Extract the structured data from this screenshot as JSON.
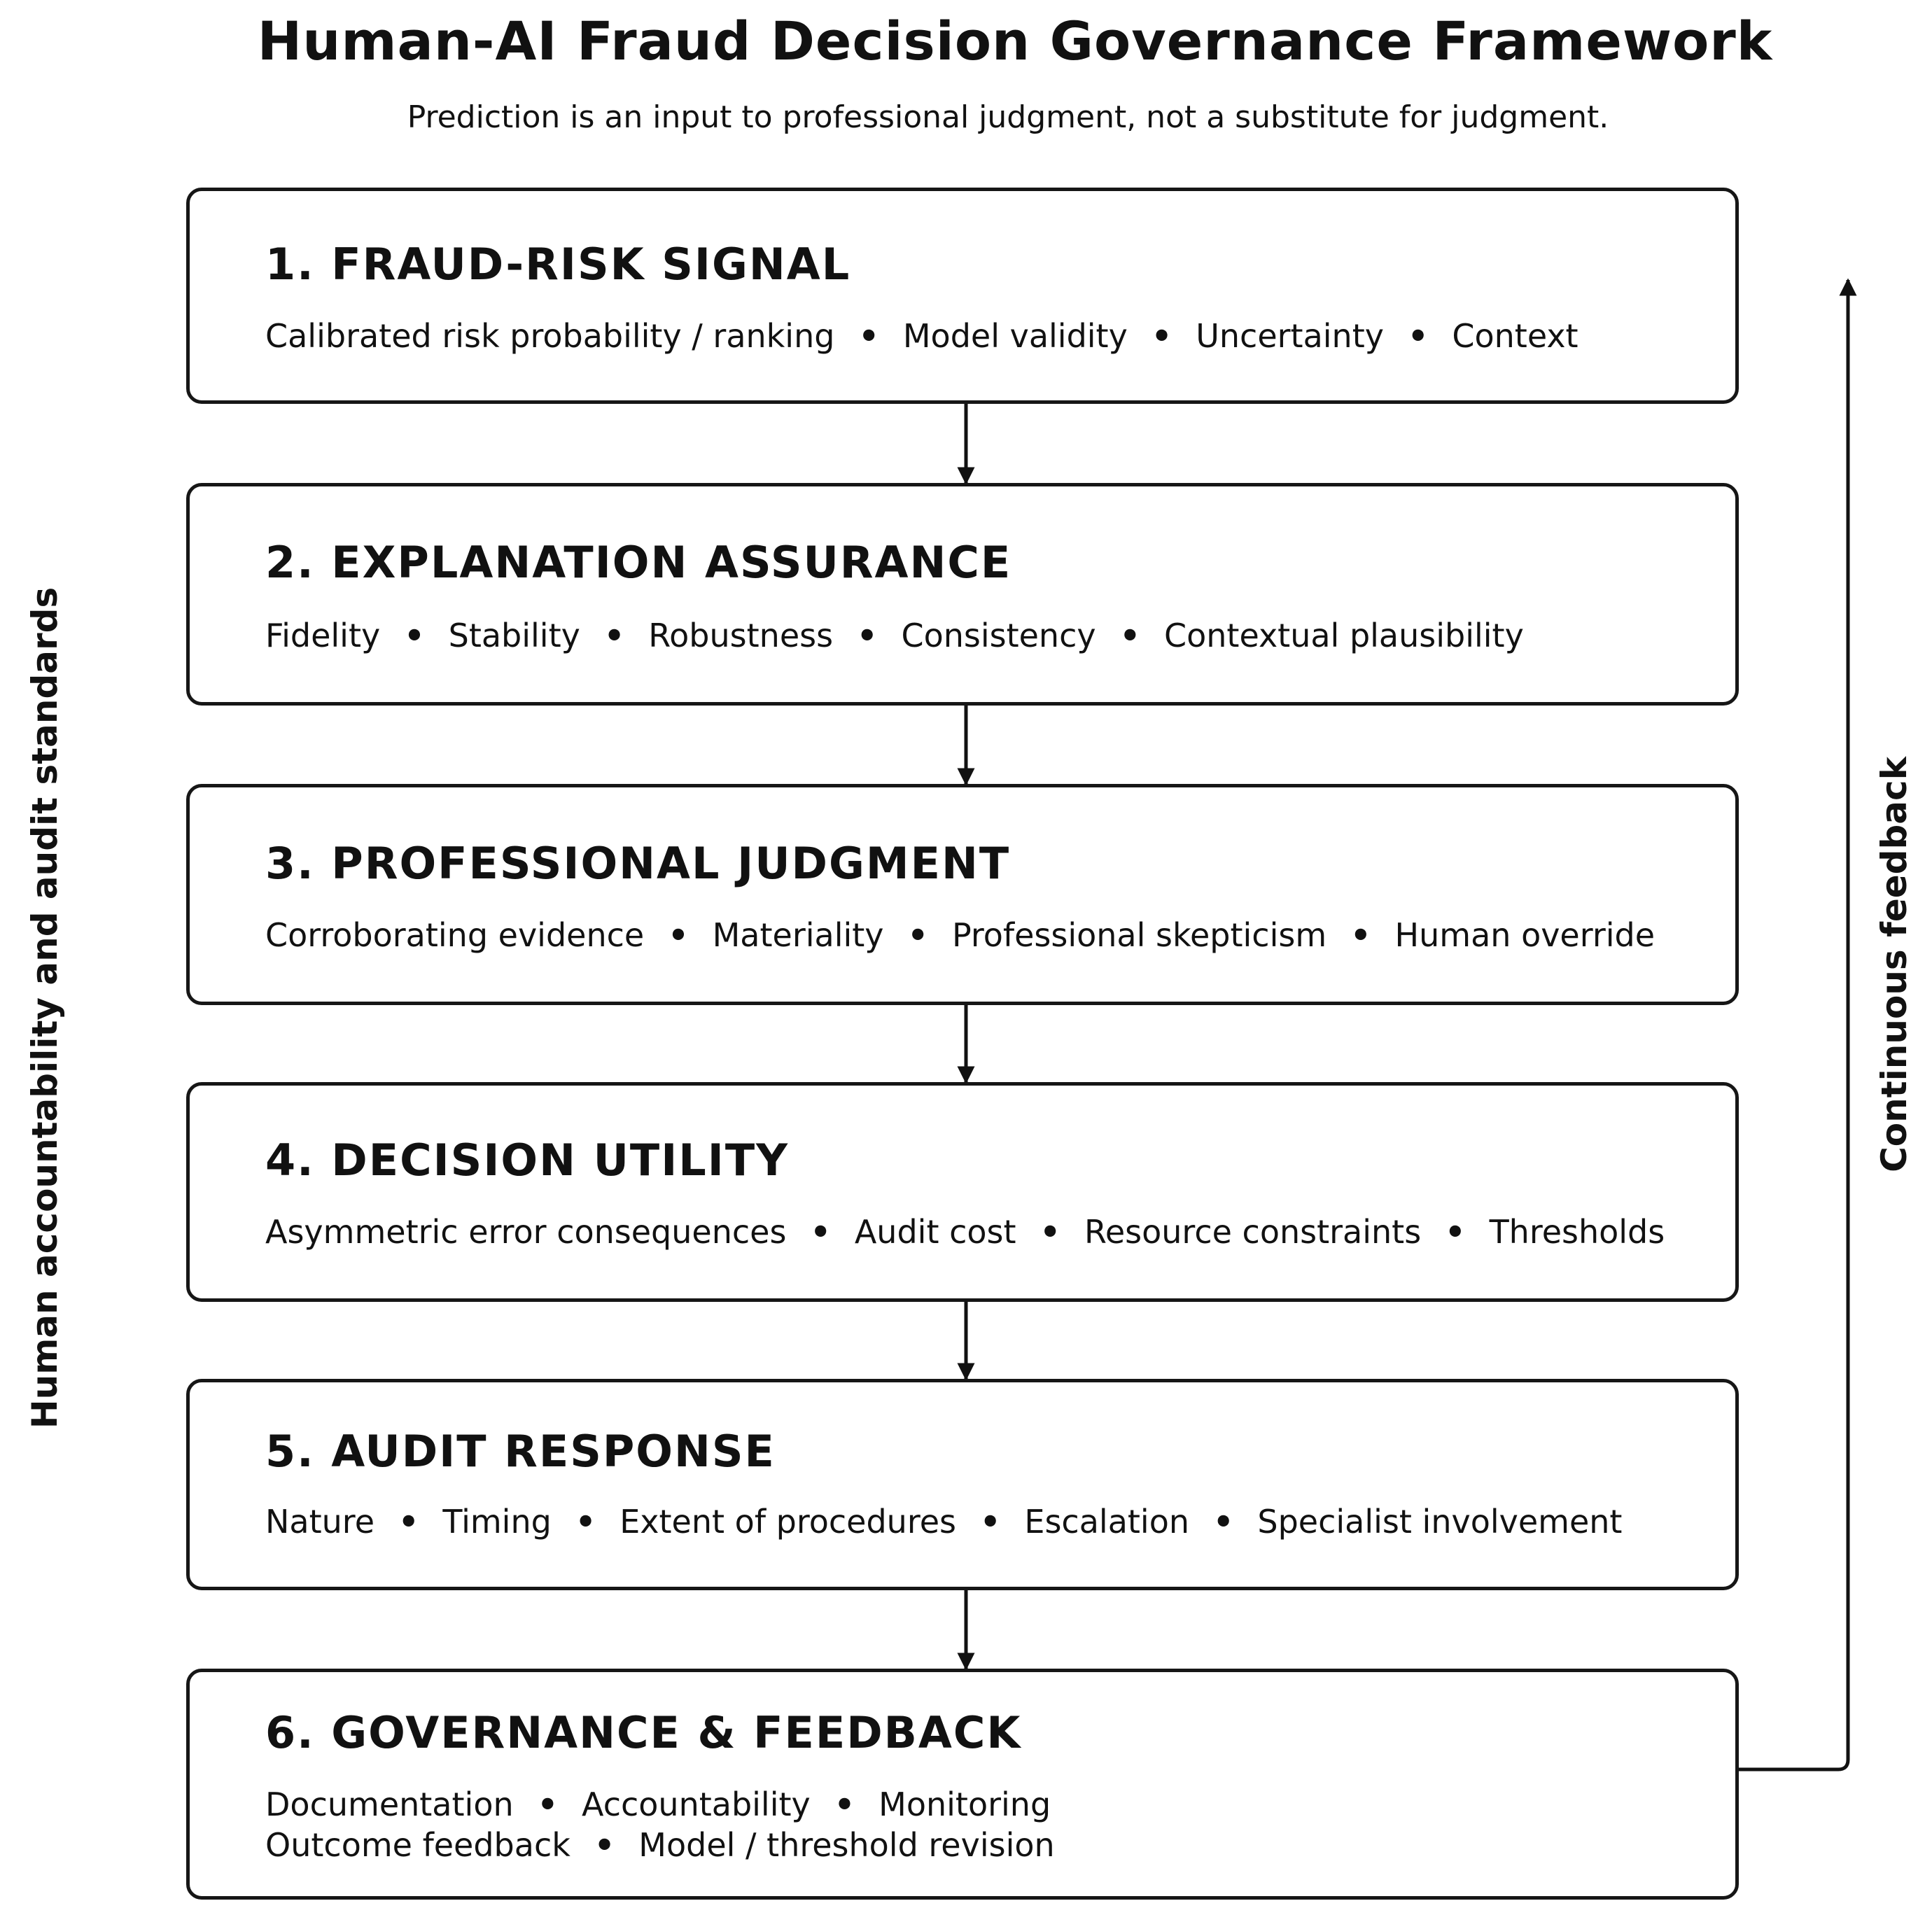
{
  "title": "Human-AI Fraud Decision Governance Framework",
  "subtitle": "Prediction is an input to professional judgment, not a substitute for judgment.",
  "left_label": "Human accountability and audit standards",
  "right_label": "Continuous feedback",
  "steps": [
    {
      "title": "1. FRAUD-RISK SIGNAL",
      "lines": [
        [
          "Calibrated risk probability / ranking",
          "Model validity",
          "Uncertainty",
          "Context"
        ]
      ]
    },
    {
      "title": "2. EXPLANATION ASSURANCE",
      "lines": [
        [
          "Fidelity",
          "Stability",
          "Robustness",
          "Consistency",
          "Contextual plausibility"
        ]
      ]
    },
    {
      "title": "3. PROFESSIONAL JUDGMENT",
      "lines": [
        [
          "Corroborating evidence",
          "Materiality",
          "Professional skepticism",
          "Human override"
        ]
      ]
    },
    {
      "title": "4. DECISION UTILITY",
      "lines": [
        [
          "Asymmetric error consequences",
          "Audit cost",
          "Resource constraints",
          "Thresholds"
        ]
      ]
    },
    {
      "title": "5. AUDIT RESPONSE",
      "lines": [
        [
          "Nature",
          "Timing",
          "Extent of procedures",
          "Escalation",
          "Specialist involvement"
        ]
      ]
    },
    {
      "title": "6. GOVERNANCE & FEEDBACK",
      "lines": [
        [
          "Documentation",
          "Accountability",
          "Monitoring"
        ],
        [
          "Outcome feedback",
          "Model / threshold revision"
        ]
      ]
    }
  ]
}
